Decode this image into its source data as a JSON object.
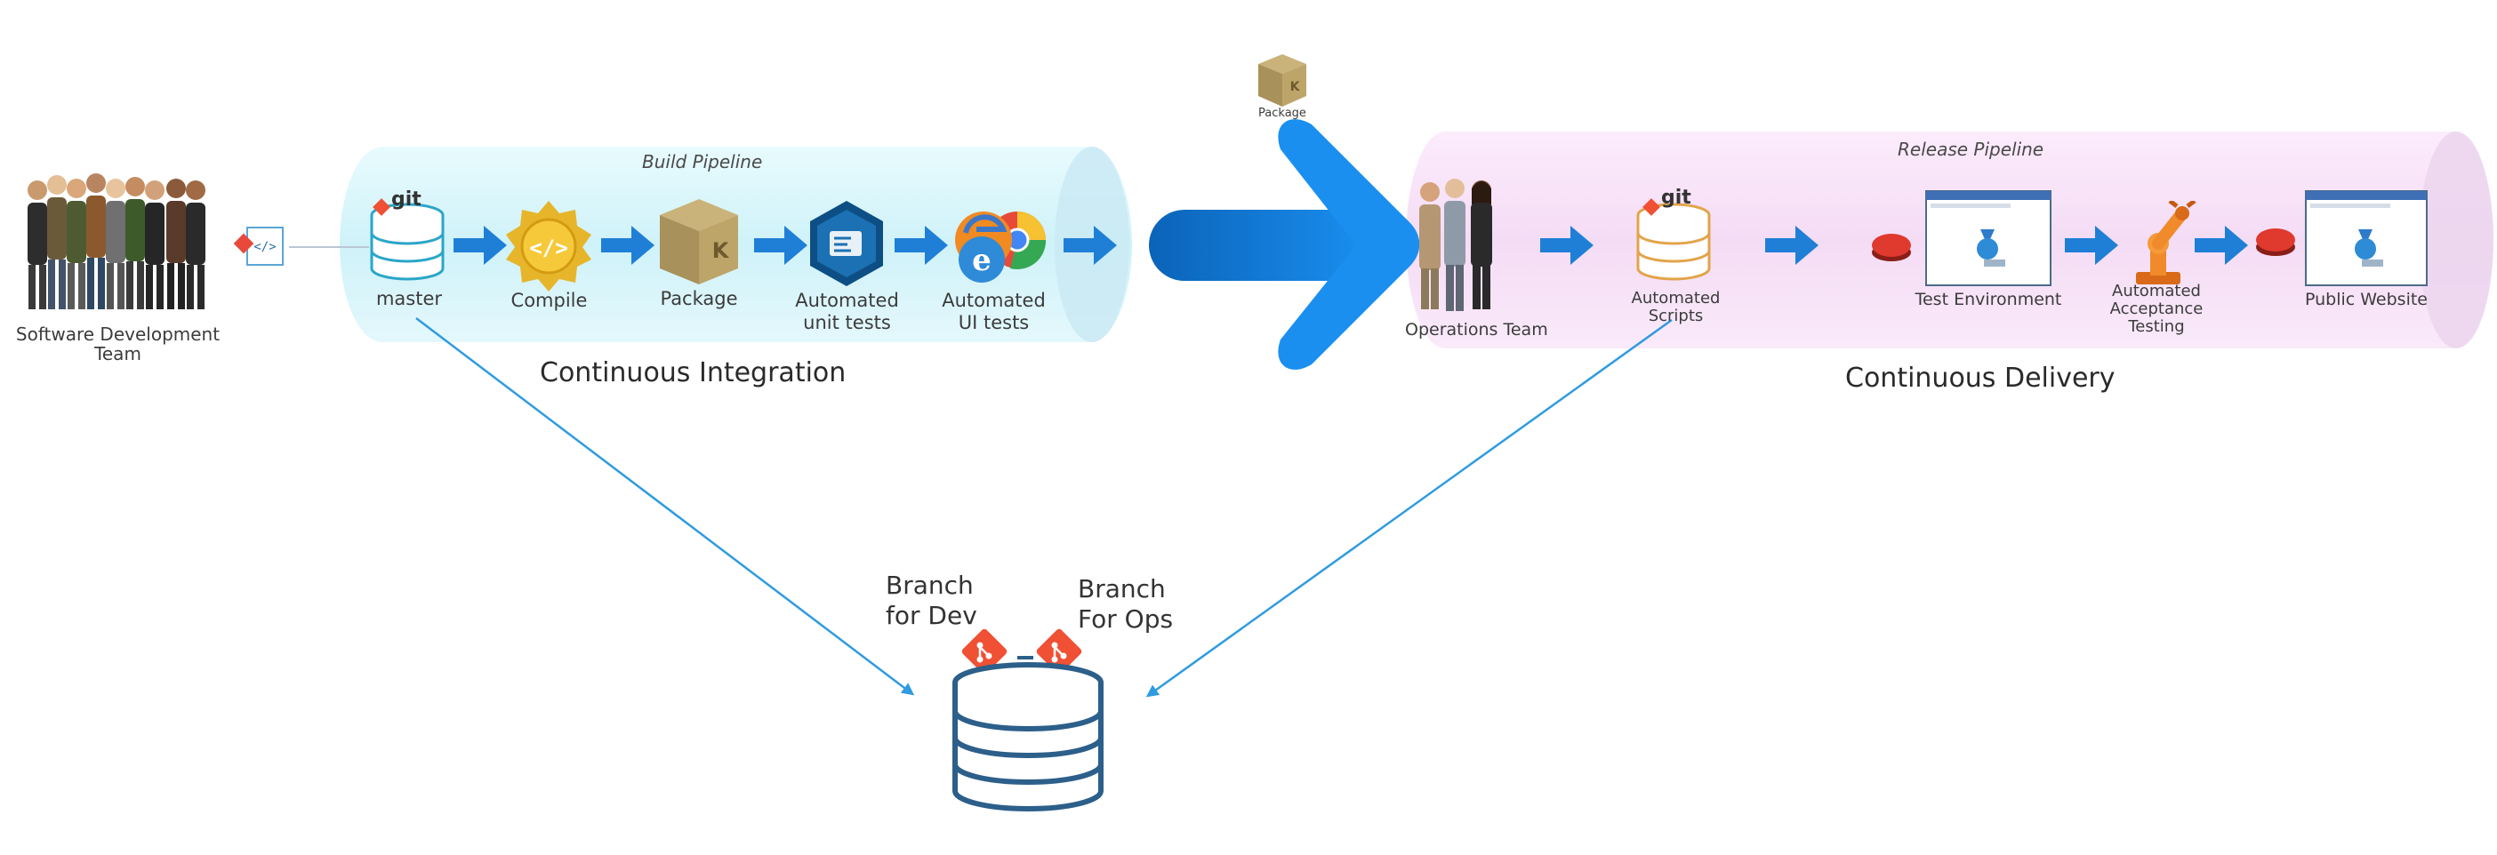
{
  "team": {
    "label": "Software Development Team"
  },
  "ci": {
    "pipeline_title": "Build Pipeline",
    "caption": "Continuous Integration",
    "git_label": "git",
    "steps": [
      {
        "label": "master",
        "icon": "git-repo-icon"
      },
      {
        "label": "Compile",
        "icon": "compile-icon"
      },
      {
        "label": "Package",
        "icon": "package-box-icon"
      },
      {
        "label": "Automated unit tests",
        "icon": "unit-test-icon"
      },
      {
        "label": "Automated UI tests",
        "icon": "browsers-icon"
      }
    ]
  },
  "handoff": {
    "package_label": "Package"
  },
  "cd": {
    "pipeline_title": "Release Pipeline",
    "caption": "Continuous Delivery",
    "git_label": "git",
    "steps": [
      {
        "label": "Operations Team",
        "icon": "operations-team-icon"
      },
      {
        "label": "Automated Scripts",
        "icon": "git-repo-icon"
      },
      {
        "label": "Test Environment",
        "icon": "browser-window-icon"
      },
      {
        "label": "Automated Acceptance Testing",
        "icon": "robot-arm-icon"
      },
      {
        "label": "Public Website",
        "icon": "browser-window-icon"
      }
    ]
  },
  "repo": {
    "branch_dev": "Branch for Dev",
    "branch_ops": "Branch For Ops"
  },
  "colors": {
    "ci_tube": "#d9f6fb",
    "cd_tube": "#f8e2f8",
    "arrow_blue": "#1f7fd6",
    "big_arrow": "#0a6fd0",
    "connector": "#2f9be0",
    "git_orange": "#f05033",
    "db_stroke": "#2c5f8a"
  }
}
